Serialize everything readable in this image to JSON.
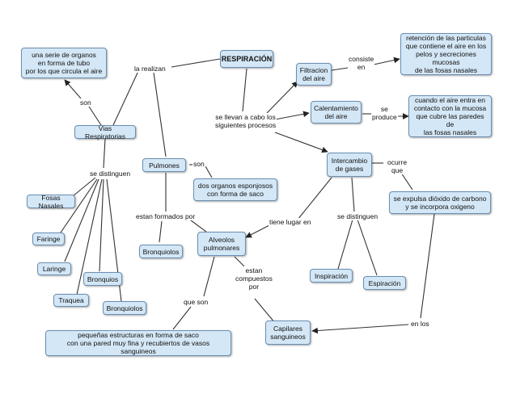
{
  "nodes": {
    "respiracion": "RESPIRACIÓN",
    "serie_organos": "una serie de organos\nen forma de tubo\npor los que circula el aire",
    "vias": "Vias Respiratorias",
    "pulmones": "Pulmones",
    "organos_esponjosos": "dos organos esponjosos\ncon forma de saco",
    "fosas": "Fosas Nasales",
    "faringe": "Faringe",
    "laringe": "Laringe",
    "bronquios": "Bronquios",
    "traquea": "Traquea",
    "bronquiolos_left": "Bronquiolos",
    "bronquiolos_mid": "Bronquiolos",
    "alveolos": "Alveolos\npulmonares",
    "pequenas": "pequeñas estructuras en forma de saco\ncon  una pared muy fina y recubiertos de vasos sanguineos",
    "capilares": "Capilares\nsanguineos",
    "filtracion": "Filtracion\ndel aire",
    "retencion": "retención de las particulas\nque contiene el aire en los\npelos y secreciones mucosas\nde las fosas nasales",
    "calentamiento": "Calentamiento\ndel aire",
    "cuando": "cuando el aire entra en\ncontacto con la mucosa\nque cubre las paredes de\nlas fosas nasales",
    "intercambio": "Intercambio\nde gases",
    "expulsa": "se expulsa dióxido de carbono\ny se incorpora oxigeno",
    "inspiracion": "Inspiración",
    "espiracion": "Espiración"
  },
  "labels": {
    "la_realizan": "la realizan",
    "son_vias": "son",
    "son_pulmones": "son",
    "se_distinguen_vias": "se distinguen",
    "estan_formados_por": "estan formados por",
    "se_llevan": "se llevan a cabo los\nsiguientes procesos",
    "consiste_en": "consiste\nen",
    "se_produce": "se\nproduce",
    "ocurre_que": "ocurre\nque",
    "tiene_lugar_en": "tiene lugar en",
    "se_distinguen_inter": "se distinguen",
    "estan_compuestos": "estan\ncompuestos\npor",
    "que_son": "que son",
    "en_los": "en los"
  },
  "colors": {
    "node_fill": "#d4e7f6",
    "node_border": "#6a8fb3",
    "line": "#333333"
  }
}
